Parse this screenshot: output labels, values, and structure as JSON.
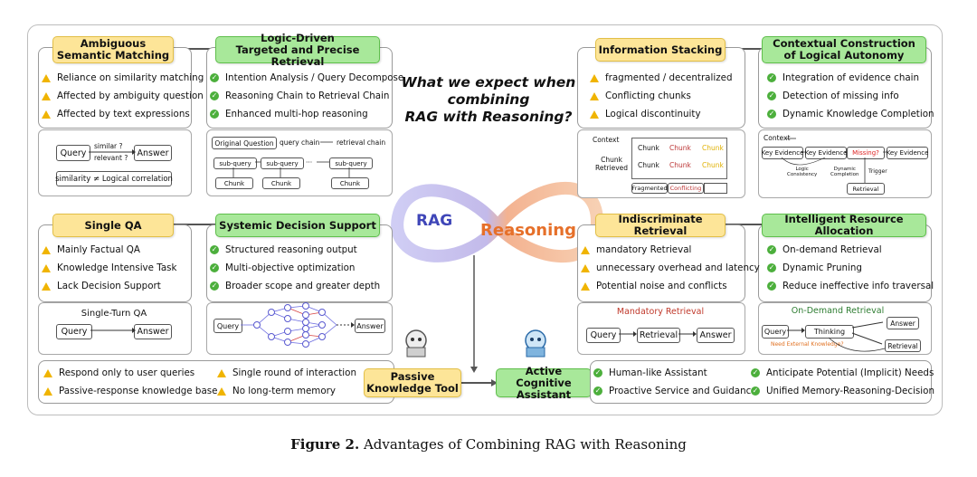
{
  "center_question": [
    "What we expect when",
    "combining",
    "RAG with Reasoning?"
  ],
  "infinity": {
    "left": "RAG",
    "right": "Reasoning"
  },
  "tl": {
    "left_title": [
      "Ambiguous",
      "Semantic Matching"
    ],
    "right_title": [
      "Logic-Driven",
      "Targeted and Precise Retrieval"
    ],
    "issues": [
      "Reliance on similarity matching",
      "Affected by ambiguity question",
      "Affected by text expressions"
    ],
    "benefits": [
      "Intention Analysis / Query Decompose",
      "Reasoning Chain to Retrieval Chain",
      "Enhanced multi-hop reasoning"
    ],
    "diag": {
      "query": "Query",
      "similar": "similar ?",
      "relevant": "relevant ?",
      "answer": "Answer",
      "similarity_line": "similarity ≠ Logical correlation",
      "orig": "Original Question",
      "qchain": "query chain",
      "rchain": "retrieval chain",
      "subq": [
        "sub-query",
        "sub-query",
        "···",
        "sub-query"
      ],
      "chunk": [
        "Chunk",
        "Chunk",
        "Chunk"
      ]
    }
  },
  "tr": {
    "left_title": [
      "Information Stacking"
    ],
    "right_title": [
      "Contextual Construction",
      "of Logical Autonomy"
    ],
    "issues": [
      "fragmented / decentralized",
      "Conflicting chunks",
      "Logical discontinuity"
    ],
    "benefits": [
      "Integration of evidence chain",
      "Detection of missing info",
      "Dynamic Knowledge Completion"
    ],
    "diag": {
      "context": "Context",
      "chunk_retrieved": [
        "Chunk",
        "Retrieved"
      ],
      "chunk": "Chunk",
      "fragmented": "Fragmented",
      "conflicting": "Conflicting",
      "key_evidence": "Key Evidence",
      "missing": "Missing?",
      "trigger": "Trigger",
      "retrieval": "Retrieval",
      "logic": [
        "Logic",
        "Consistency"
      ],
      "dynamic": [
        "Dynamic",
        "Completion"
      ]
    }
  },
  "bl": {
    "left_title": [
      "Single QA"
    ],
    "right_title": [
      "Systemic Decision Support"
    ],
    "issues": [
      "Mainly Factual QA",
      "Knowledge Intensive Task",
      "Lack Decision Support"
    ],
    "benefits": [
      "Structured reasoning output",
      "Multi-objective optimization",
      "Broader scope and greater depth"
    ],
    "diag": {
      "title": "Single-Turn QA",
      "query": "Query",
      "answer": "Answer"
    }
  },
  "br": {
    "left_title": [
      "Indiscriminate Retrieval"
    ],
    "right_title": [
      "Intelligent Resource Allocation"
    ],
    "issues": [
      "mandatory Retrieval",
      "unnecessary overhead and latency",
      "Potential noise and conflicts"
    ],
    "benefits": [
      "On-demand Retrieval",
      "Dynamic Pruning",
      "Reduce ineffective info traversal"
    ],
    "diag": {
      "mand_title": "Mandatory Retrieval",
      "query": "Query",
      "retrieval": "Retrieval",
      "answer": "Answer",
      "od_title": "On-Demand Retrieval",
      "thinking": "Thinking",
      "need": "Need External Knowledge?"
    }
  },
  "bottom": {
    "left_items": [
      "Respond only to user queries",
      "Passive-response knowledge base"
    ],
    "mid_items": [
      "Single round of interaction",
      "No long-term memory"
    ],
    "passive": [
      "Passive",
      "Knowledge Tool"
    ],
    "active": [
      "Active Cognitive",
      "Assistant"
    ],
    "right_items_a": [
      "Human-like Assistant",
      "Proactive Service and Guidance"
    ],
    "right_items_b": [
      "Anticipate Potential (Implicit) Needs",
      "Unified Memory-Reasoning-Decision"
    ]
  },
  "caption": {
    "label": "Figure 2.",
    "text": "Advantages of Combining RAG with Reasoning"
  },
  "colors": {
    "warn": "#f0b400",
    "check": "#4caf3c",
    "yellow_header": "#fde598",
    "green_header": "#a8e89a",
    "rag_blue": "#3f46b8",
    "reasoning_orange": "#e6702a"
  }
}
